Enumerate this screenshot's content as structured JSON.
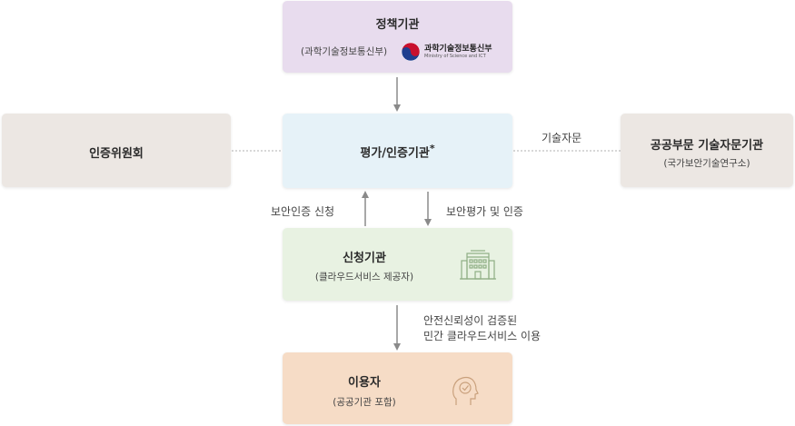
{
  "policy": {
    "title": "정책기관",
    "subtitle": "(과학기술정보통신부)",
    "logo_text": "과학기술정보통신부",
    "logo_subtext": "Ministry of Science and ICT"
  },
  "eval": {
    "title": "평가/인증기관",
    "mark": "*"
  },
  "committee": {
    "title": "인증위원회"
  },
  "advisory": {
    "title": "공공부문 기술자문기관",
    "subtitle": "(국가보안기술연구소)"
  },
  "applicant": {
    "title": "신청기관",
    "subtitle": "(클라우드서비스 제공자)"
  },
  "user": {
    "title": "이용자",
    "subtitle": "(공공기관 포함)"
  },
  "labels": {
    "advice": "기술자문",
    "apply": "보안인증 신청",
    "certify": "보안평가 및 인증",
    "usage_line1": "안전신뢰성이 검증된",
    "usage_line2": "민간 클라우드서비스 이용"
  },
  "colors": {
    "policy_bg": "#e8dcee",
    "eval_bg": "#e6f2f8",
    "side_bg": "#ece7e3",
    "applicant_bg": "#e8f2e2",
    "user_bg": "#f6dcc6",
    "arrow": "#8a8a8a"
  },
  "icons": [
    "taegeuk-logo",
    "building-icon",
    "head-check-icon"
  ]
}
